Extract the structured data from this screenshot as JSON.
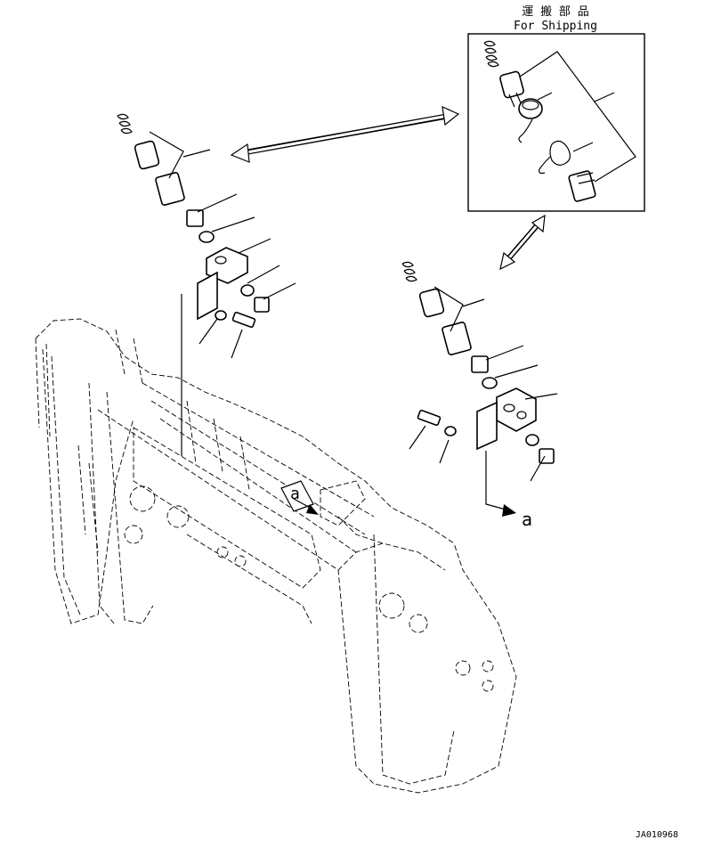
{
  "header": {
    "shipping_label_jp": "運 搬 部 品",
    "shipping_label_en": "For Shipping"
  },
  "view_marker": {
    "label_main": "a",
    "label_detail": "a"
  },
  "footer": {
    "drawing_id": "JA010968"
  }
}
